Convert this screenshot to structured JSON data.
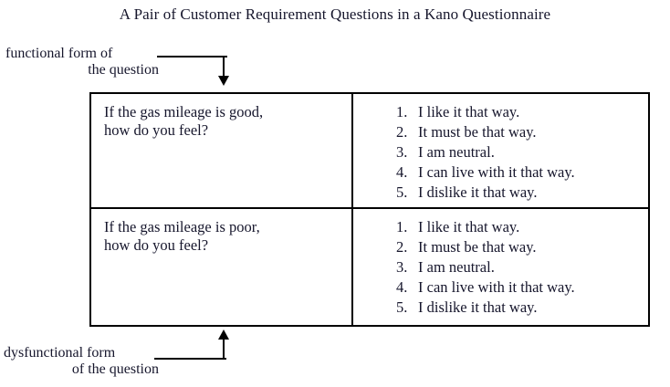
{
  "figure": {
    "title": "A Pair of Customer Requirement Questions in a Kano Questionnaire",
    "ink_color": "#000000",
    "background_color": "#ffffff",
    "text_color": "#16162c"
  },
  "annotations": {
    "functional": {
      "line1": "functional form of",
      "line2": "the question",
      "arrow": "arrow-down-icon"
    },
    "dysfunctional": {
      "line1": "dysfunctional form",
      "line2": "of the question",
      "arrow": "arrow-up-icon"
    }
  },
  "table": {
    "rows": [
      {
        "question_line1": "If the gas mileage is good,",
        "question_line2": "how do you feel?",
        "answers": [
          {
            "num": "1.",
            "text": "I like it that way."
          },
          {
            "num": "2.",
            "text": "It must be that way."
          },
          {
            "num": "3.",
            "text": "I am neutral."
          },
          {
            "num": "4.",
            "text": "I can live with it that way."
          },
          {
            "num": "5.",
            "text": "I dislike it that way."
          }
        ]
      },
      {
        "question_line1": "If the gas mileage is poor,",
        "question_line2": "how do you feel?",
        "answers": [
          {
            "num": "1.",
            "text": "I like it that way."
          },
          {
            "num": "2.",
            "text": "It must be that way."
          },
          {
            "num": "3.",
            "text": "I am neutral."
          },
          {
            "num": "4.",
            "text": "I can live with it that way."
          },
          {
            "num": "5.",
            "text": "I dislike it that way."
          }
        ]
      }
    ]
  }
}
